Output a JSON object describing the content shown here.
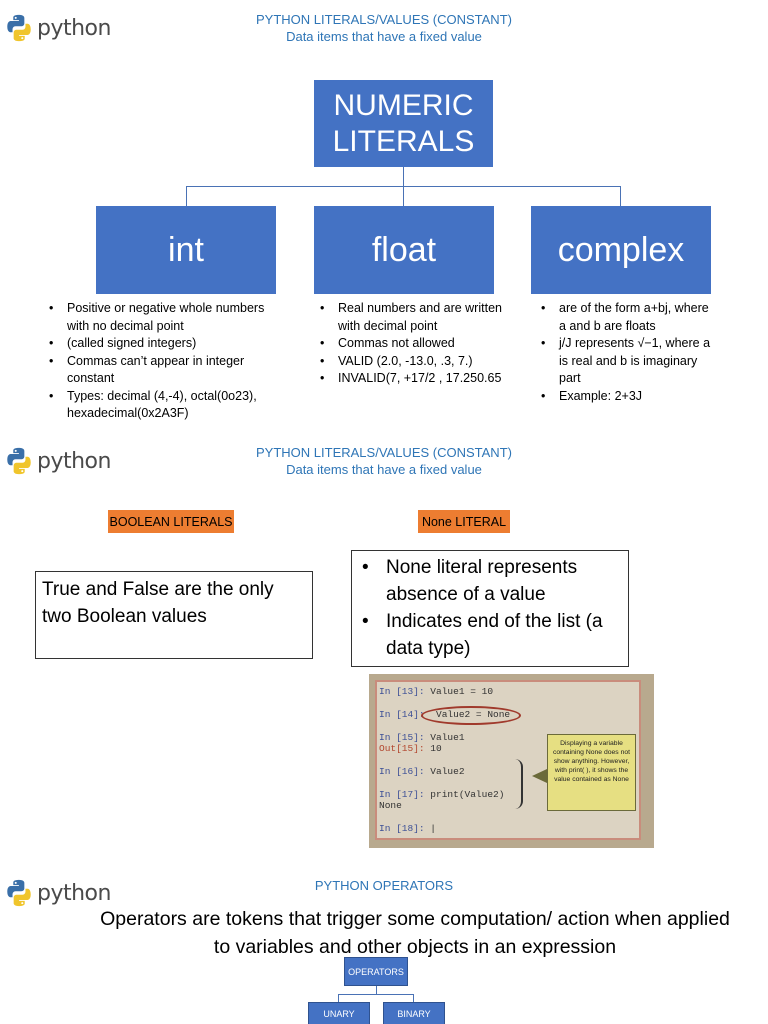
{
  "logo": {
    "text": "python",
    "icon": "python-logo-icon"
  },
  "section1": {
    "heading_line1": "PYTHON LITERALS/VALUES (CONSTANT)",
    "heading_line2": "Data items that have a fixed value",
    "title_line1": "NUMERIC",
    "title_line2": "LITERALS",
    "categories": [
      {
        "label": "int",
        "bullets": [
          "Positive or negative whole numbers with no decimal point",
          "(called signed integers)",
          "Commas can’t appear in integer constant",
          "Types: decimal (4,-4), octal(0o23), hexadecimal(0x2A3F)"
        ]
      },
      {
        "label": "float",
        "bullets": [
          "Real numbers and are written with decimal point",
          "Commas not allowed",
          "VALID (2.0, -13.0, .3, 7.)",
          "INVALID(7, +17/2 , 17.250.65"
        ]
      },
      {
        "label": "complex",
        "bullets": [
          "are of the form a+bj, where a and b are floats",
          "j/J represents √−1, where a is real and b is imaginary part",
          "Example: 2+3J"
        ]
      }
    ]
  },
  "section2": {
    "heading_line1": "PYTHON LITERALS/VALUES (CONSTANT)",
    "heading_line2": "Data items that have a fixed value",
    "boolean_tag": "BOOLEAN LITERALS",
    "none_tag": "None LITERAL",
    "boolean_text": "True and False are the only two Boolean values",
    "none_bullets": [
      "None literal represents absence of a value",
      "Indicates end of the list (a data type)"
    ],
    "photo": {
      "lines": [
        {
          "prompt": "In [13]:",
          "code": " Value1 = 10"
        },
        {
          "prompt": "In [14]:",
          "code": "  Value2 = None"
        },
        {
          "prompt": "In [15]:",
          "code": " Value1"
        },
        {
          "prompt": "Out[15]:",
          "code": " 10"
        },
        {
          "prompt": "In [16]:",
          "code": " Value2"
        },
        {
          "prompt": "In [17]:",
          "code": " print(Value2)"
        },
        {
          "prompt": "",
          "code": "None"
        },
        {
          "prompt": "In [18]:",
          "code": " |"
        }
      ],
      "callout": "Displaying a variable containing None does not show anything. However, with print( ), it shows the value contained as None"
    }
  },
  "section3": {
    "heading": "PYTHON OPERATORS",
    "description": "Operators are tokens that trigger some computation/ action when applied to variables and other objects in an expression",
    "root": "OPERATORS",
    "children": [
      "UNARY",
      "BINARY"
    ]
  },
  "colors": {
    "heading_blue": "#2e75b6",
    "box_blue": "#4472c4",
    "tag_orange": "#ed7d31"
  }
}
